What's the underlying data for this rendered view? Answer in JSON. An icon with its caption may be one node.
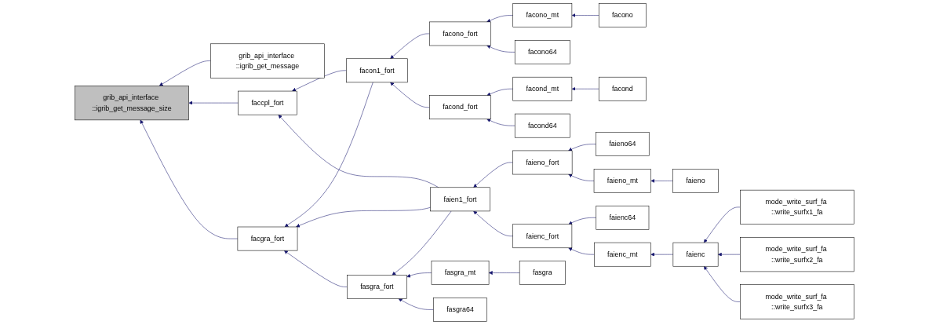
{
  "diagram": {
    "nodes": [
      {
        "text": [
          "grib_api_interface ::igrib_get_message_size"
        ]
      },
      {
        "text": [
          "faccpl_fort"
        ]
      },
      {
        "text": [
          "facgra_fort"
        ]
      },
      {
        "text": [
          "grib_api_interface ::igrib_get_message"
        ]
      },
      {
        "text": [
          "facon1_fort"
        ]
      },
      {
        "text": [
          "faien1_fort"
        ]
      },
      {
        "text": [
          "fasgra_fort"
        ]
      },
      {
        "text": [
          "facono_fort"
        ]
      },
      {
        "text": [
          "facond_fort"
        ]
      },
      {
        "text": [
          "facono_mt"
        ]
      },
      {
        "text": [
          "facono64"
        ]
      },
      {
        "text": [
          "facond_mt"
        ]
      },
      {
        "text": [
          "facond64"
        ]
      },
      {
        "text": [
          "facono"
        ]
      },
      {
        "text": [
          "facond"
        ]
      },
      {
        "text": [
          "faieno_fort"
        ]
      },
      {
        "text": [
          "faienc_fort"
        ]
      },
      {
        "text": [
          "fasgra_mt"
        ]
      },
      {
        "text": [
          "fasgra64"
        ]
      },
      {
        "text": [
          "faieno64"
        ]
      },
      {
        "text": [
          "faieno_mt"
        ]
      },
      {
        "text": [
          "faieno"
        ]
      },
      {
        "text": [
          "faienc64"
        ]
      },
      {
        "text": [
          "faienc_mt"
        ]
      },
      {
        "text": [
          "faienc"
        ]
      },
      {
        "text": [
          "fasgra"
        ]
      },
      {
        "text": [
          "mode_write_surf_fa ::write_surfx1_fa"
        ]
      },
      {
        "text": [
          "mode_write_surf_fa ::write_surfx2_fa"
        ]
      },
      {
        "text": [
          "mode_write_surf_fa ::write_surfx3_fa"
        ]
      }
    ],
    "edges": [
      {
        "from": 3,
        "to": 0,
        "arrow": "to"
      },
      {
        "from": 1,
        "to": 0,
        "arrow": "to"
      },
      {
        "from": 2,
        "to": 0,
        "arrow": "to"
      },
      {
        "from": 4,
        "to": 1,
        "arrow": "to"
      },
      {
        "from": 5,
        "to": 1,
        "arrow": "to"
      },
      {
        "from": 4,
        "to": 2,
        "arrow": "to"
      },
      {
        "from": 5,
        "to": 2,
        "arrow": "to"
      },
      {
        "from": 6,
        "to": 2,
        "arrow": "to"
      },
      {
        "from": 7,
        "to": 4,
        "arrow": "to"
      },
      {
        "from": 8,
        "to": 4,
        "arrow": "to"
      },
      {
        "from": 15,
        "to": 5,
        "arrow": "to"
      },
      {
        "from": 16,
        "to": 5,
        "arrow": "to"
      },
      {
        "from": 5,
        "to": 6,
        "arrow": "to"
      },
      {
        "from": 17,
        "to": 6,
        "arrow": "to"
      },
      {
        "from": 18,
        "to": 6,
        "arrow": "to"
      },
      {
        "from": 9,
        "to": 7,
        "arrow": "to"
      },
      {
        "from": 10,
        "to": 7,
        "arrow": "to"
      },
      {
        "from": 11,
        "to": 8,
        "arrow": "to"
      },
      {
        "from": 12,
        "to": 8,
        "arrow": "to"
      },
      {
        "from": 13,
        "to": 9,
        "arrow": "to"
      },
      {
        "from": 14,
        "to": 11,
        "arrow": "to"
      },
      {
        "from": 19,
        "to": 15,
        "arrow": "to"
      },
      {
        "from": 20,
        "to": 15,
        "arrow": "to"
      },
      {
        "from": 21,
        "to": 20,
        "arrow": "to"
      },
      {
        "from": 22,
        "to": 16,
        "arrow": "to"
      },
      {
        "from": 23,
        "to": 16,
        "arrow": "to"
      },
      {
        "from": 24,
        "to": 23,
        "arrow": "to"
      },
      {
        "from": 25,
        "to": 17,
        "arrow": "to"
      },
      {
        "from": 26,
        "to": 24,
        "arrow": "to"
      },
      {
        "from": 27,
        "to": 24,
        "arrow": "to"
      },
      {
        "from": 28,
        "to": 24,
        "arrow": "to"
      }
    ]
  }
}
